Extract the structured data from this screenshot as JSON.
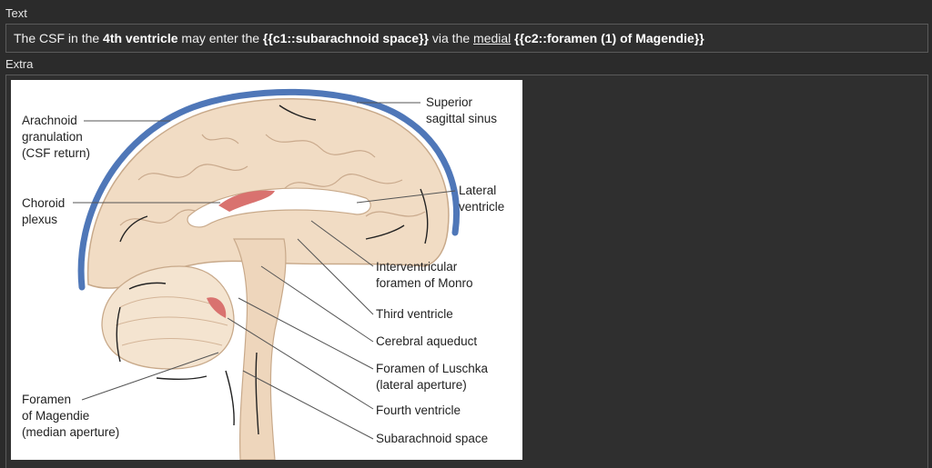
{
  "fields": {
    "text_label": "Text",
    "extra_label": "Extra"
  },
  "text_field": {
    "part1": "The CSF in the ",
    "part2": "4th ventricle",
    "part3": " may enter the ",
    "part4": "{{c1::subarachnoid space}}",
    "part5": " via the ",
    "part6": "medial",
    "part7": " ",
    "part8": "{{c2::foramen (1) of Magendie}}"
  },
  "diagram": {
    "labels": {
      "superior_sagittal_sinus_1": "Superior",
      "superior_sagittal_sinus_2": "sagittal sinus",
      "arachnoid_1": "Arachnoid",
      "arachnoid_2": "granulation",
      "arachnoid_3": "(CSF return)",
      "choroid_1": "Choroid",
      "choroid_2": "plexus",
      "lateral_ventricle_1": "Lateral",
      "lateral_ventricle_2": "ventricle",
      "monro_1": "Interventricular",
      "monro_2": "foramen of Monro",
      "third_ventricle": "Third ventricle",
      "cerebral_aqueduct": "Cerebral aqueduct",
      "luschka_1": "Foramen of Luschka",
      "luschka_2": "(lateral aperture)",
      "fourth_ventricle": "Fourth ventricle",
      "subarachnoid_space": "Subarachnoid space",
      "magendie_1": "Foramen",
      "magendie_2": "of Magendie",
      "magendie_3": "(median aperture)"
    }
  },
  "colors": {
    "background": "#2b2b2b",
    "sinus_blue": "#4f77b8",
    "brain_tan": "#f1dcc4",
    "choroid_red": "#d9726f"
  }
}
